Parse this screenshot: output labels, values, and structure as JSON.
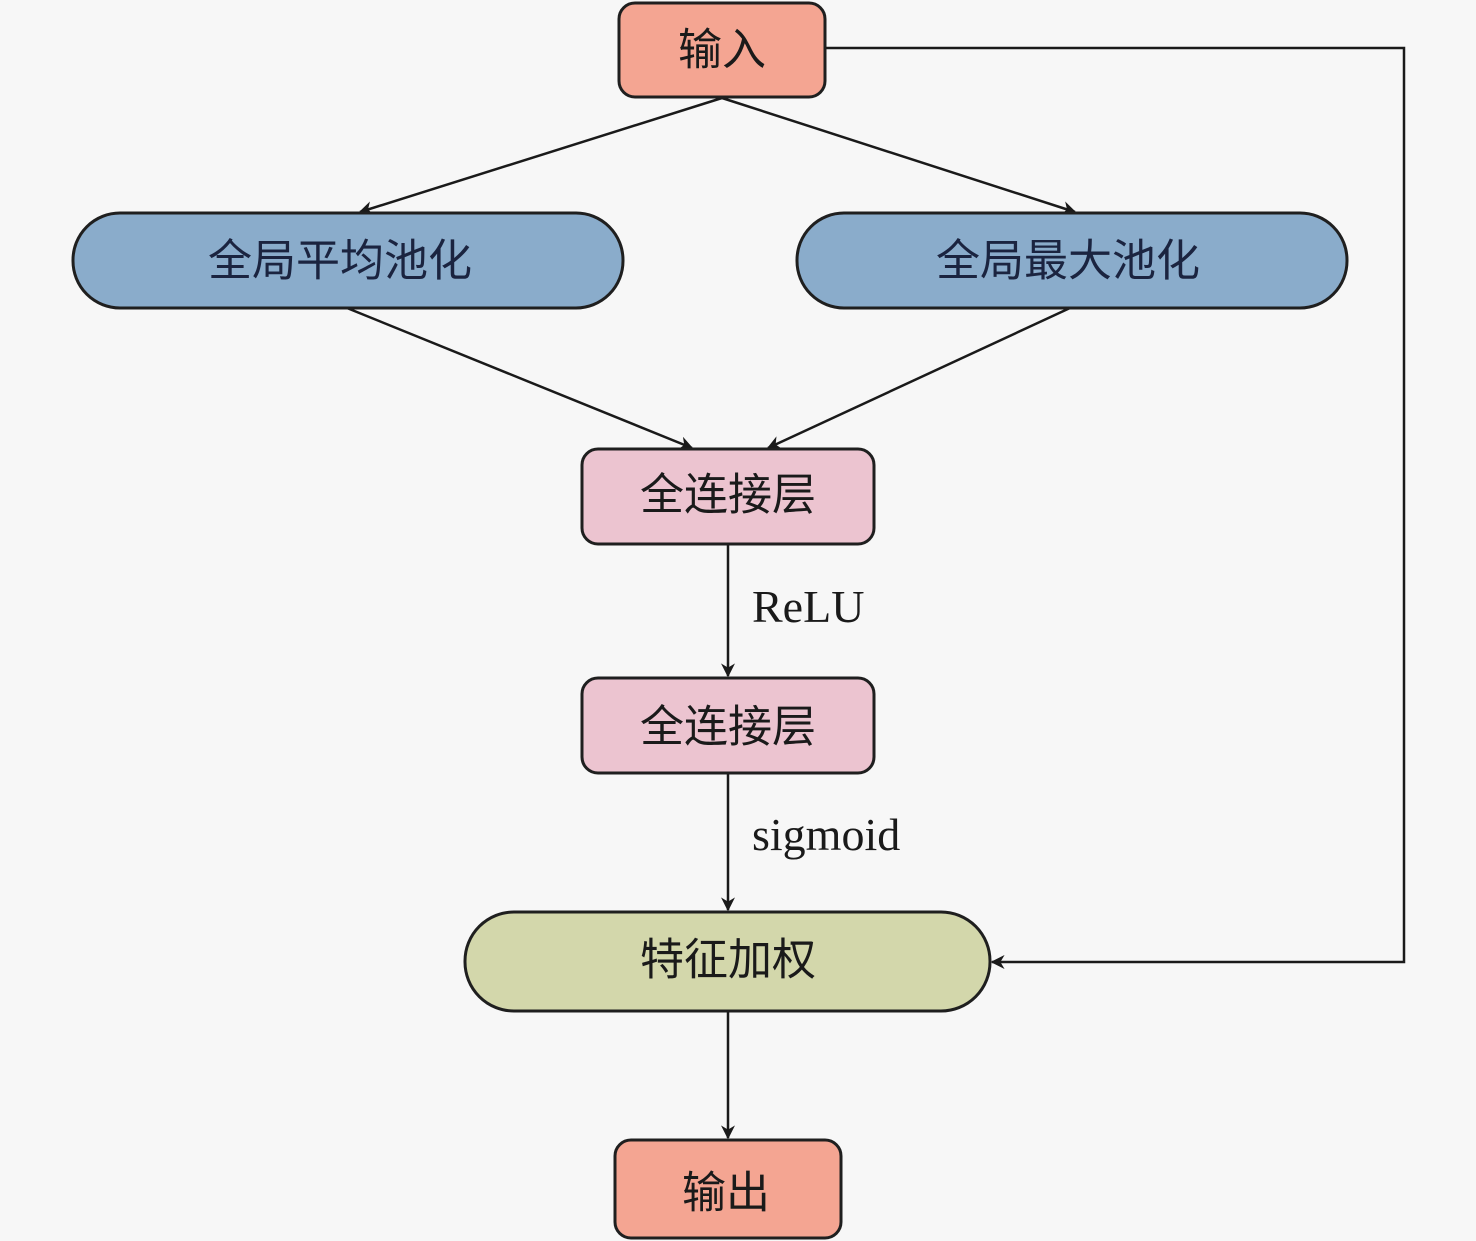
{
  "diagram": {
    "title": "",
    "nodes": {
      "input": {
        "label": "输入",
        "color": "#f4a592"
      },
      "gap": {
        "label": "全局平均池化",
        "color": "#8aaccb"
      },
      "gmp": {
        "label": "全局最大池化",
        "color": "#8aaccb"
      },
      "fc1": {
        "label": "全连接层",
        "color": "#ecc4d0"
      },
      "fc2": {
        "label": "全连接层",
        "color": "#ecc4d0"
      },
      "weight": {
        "label": "特征加权",
        "color": "#d3d7ab"
      },
      "output": {
        "label": "输出",
        "color": "#f4a592"
      }
    },
    "edges": [
      {
        "from": "input",
        "to": "gap",
        "label": ""
      },
      {
        "from": "input",
        "to": "gmp",
        "label": ""
      },
      {
        "from": "gap",
        "to": "fc1",
        "label": ""
      },
      {
        "from": "gmp",
        "to": "fc1",
        "label": ""
      },
      {
        "from": "fc1",
        "to": "fc2",
        "label": "ReLU"
      },
      {
        "from": "fc2",
        "to": "weight",
        "label": "sigmoid"
      },
      {
        "from": "input",
        "to": "weight",
        "label": "",
        "route": "skip-right"
      },
      {
        "from": "weight",
        "to": "output",
        "label": ""
      }
    ],
    "edge_labels": {
      "relu": "ReLU",
      "sigmoid": "sigmoid"
    }
  }
}
